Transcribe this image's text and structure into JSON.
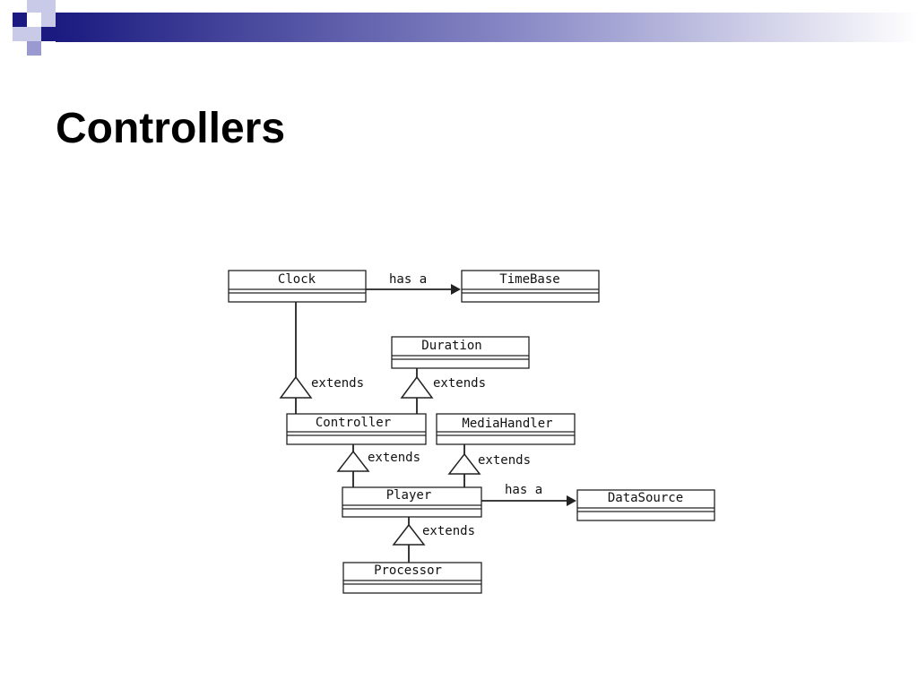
{
  "slide": {
    "title": "Controllers",
    "colors": {
      "accent_dark": "#1a1a80",
      "accent_light": "#9a9ad0",
      "title_text": "#000000"
    }
  },
  "diagram": {
    "classes": {
      "clock": "Clock",
      "timebase": "TimeBase",
      "duration": "Duration",
      "controller": "Controller",
      "mediahandler": "MediaHandler",
      "player": "Player",
      "datasource": "DataSource",
      "processor": "Processor"
    },
    "relations": {
      "clock_timebase": "has a",
      "controller_clock": "extends",
      "controller_duration": "extends",
      "player_controller": "extends",
      "player_mediahandler": "extends",
      "player_datasource": "has a",
      "processor_player": "extends"
    }
  }
}
